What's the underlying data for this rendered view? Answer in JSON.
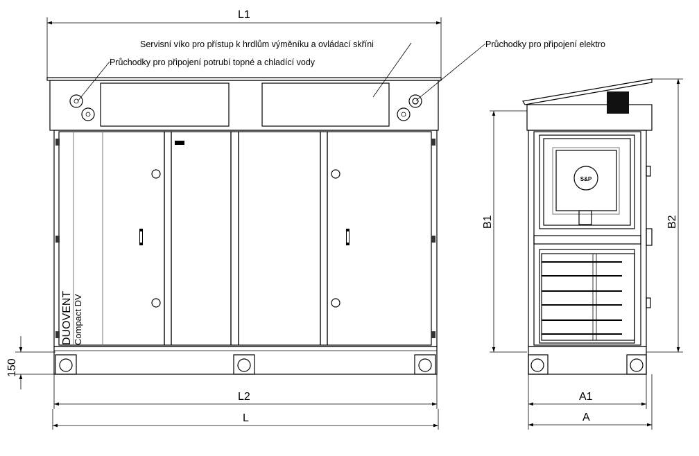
{
  "annotations": {
    "service_cover": "Servisní víko pro přístup k hrdlům výměníku a ovládací skříni",
    "pipe_passthrough": "Průchodky pro připojení potrubí topné a chladící vody",
    "electro_passthrough": "Průchodky pro připojení elektro"
  },
  "dimensions": {
    "L1": "L1",
    "L2": "L2",
    "L": "L",
    "base_height": "150",
    "B1": "B1",
    "B2": "B2",
    "A1": "A1",
    "A": "A"
  },
  "brand": {
    "name": "DUOVENT",
    "model": "Compact DV",
    "fan_logo": "S&P"
  }
}
